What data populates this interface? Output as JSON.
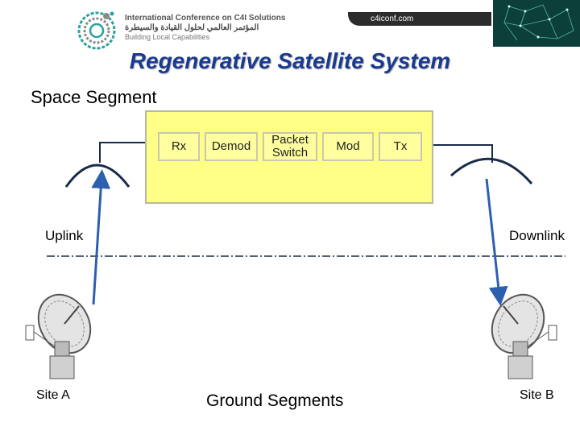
{
  "header": {
    "conference_en": "International Conference on C4I Solutions",
    "conference_ar": "المؤتمر العالمي لحلول القيادة والسيطرة",
    "conference_sub": "Building Local Capabilities",
    "website": "c4iconf.com"
  },
  "slide": {
    "title": "Regenerative Satellite System",
    "space_segment": "Space Segment",
    "ground_segments": "Ground Segments"
  },
  "payload": {
    "blocks": {
      "rx": "Rx",
      "demod": "Demod",
      "switch_line1": "Packet",
      "switch_line2": "Switch",
      "mod": "Mod",
      "tx": "Tx"
    }
  },
  "links": {
    "uplink": "Uplink",
    "downlink": "Downlink"
  },
  "sites": {
    "a": "Site A",
    "b": "Site B"
  },
  "colors": {
    "title": "#1a3a8f",
    "payload_fill": "#ffff88",
    "arrow": "#2d5fb0",
    "lines": "#1a2a4a"
  }
}
